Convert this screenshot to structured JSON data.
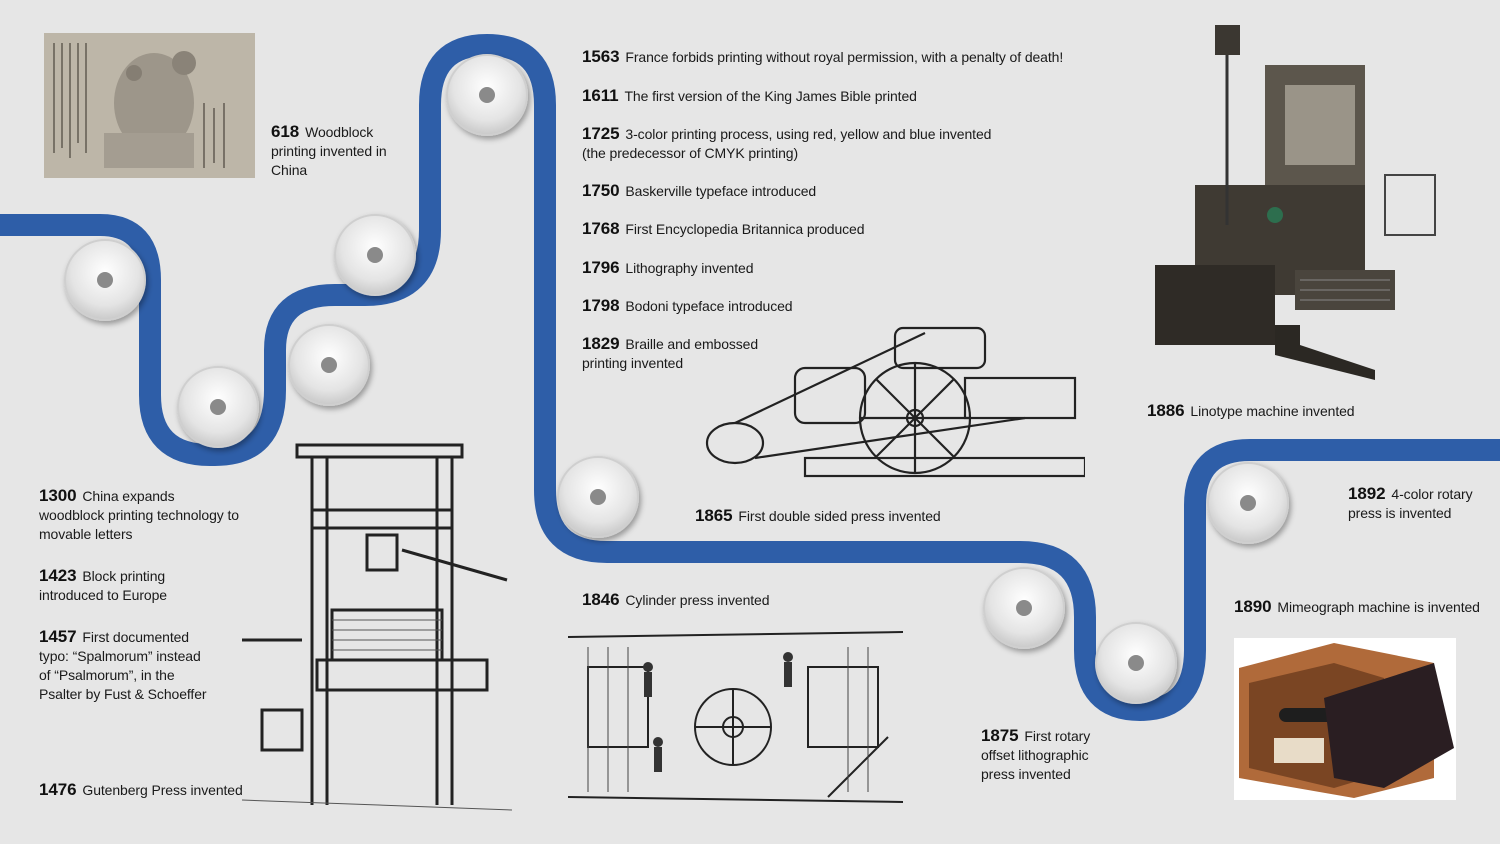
{
  "colors": {
    "track": "#2e5ea8",
    "background": "#e6e6e6",
    "disc": "#d9d9d9"
  },
  "events": [
    {
      "year": "618",
      "text": "Woodblock printing invented in China"
    },
    {
      "year": "1300",
      "text": "China expands woodblock printing technology to movable letters"
    },
    {
      "year": "1423",
      "text": "Block printing introduced to Europe"
    },
    {
      "year": "1457",
      "text": "First documented typo: “Spalmorum” instead of “Psalmorum”, in the Psalter by Fust & Schoeffer"
    },
    {
      "year": "1476",
      "text": "Gutenberg Press invented"
    },
    {
      "year": "1563",
      "text": "France forbids printing without royal permission, with a penalty of death!"
    },
    {
      "year": "1611",
      "text": "The first version of the King James Bible printed"
    },
    {
      "year": "1725",
      "text": "3-color printing process, using red, yellow and blue invented (the predecessor of CMYK printing)"
    },
    {
      "year": "1750",
      "text": "Baskerville typeface introduced"
    },
    {
      "year": "1768",
      "text": "First Encyclopedia Britannica produced"
    },
    {
      "year": "1796",
      "text": "Lithography invented"
    },
    {
      "year": "1798",
      "text": "Bodoni typeface introduced"
    },
    {
      "year": "1829",
      "text": "Braille and embossed printing invented"
    },
    {
      "year": "1846",
      "text": "Cylinder press invented"
    },
    {
      "year": "1865",
      "text": "First double sided press invented"
    },
    {
      "year": "1875",
      "text": "First rotary offset lithographic press invented"
    },
    {
      "year": "1886",
      "text": "Linotype machine invented"
    },
    {
      "year": "1890",
      "text": "Mimeograph machine is invented"
    },
    {
      "year": "1892",
      "text": "4-color rotary press is invented"
    }
  ],
  "images": [
    {
      "icon": "woodblock-print-image"
    },
    {
      "icon": "gutenberg-press-image"
    },
    {
      "icon": "double-sided-press-image"
    },
    {
      "icon": "cylinder-press-image"
    },
    {
      "icon": "linotype-machine-image"
    },
    {
      "icon": "mimeograph-machine-image"
    }
  ]
}
